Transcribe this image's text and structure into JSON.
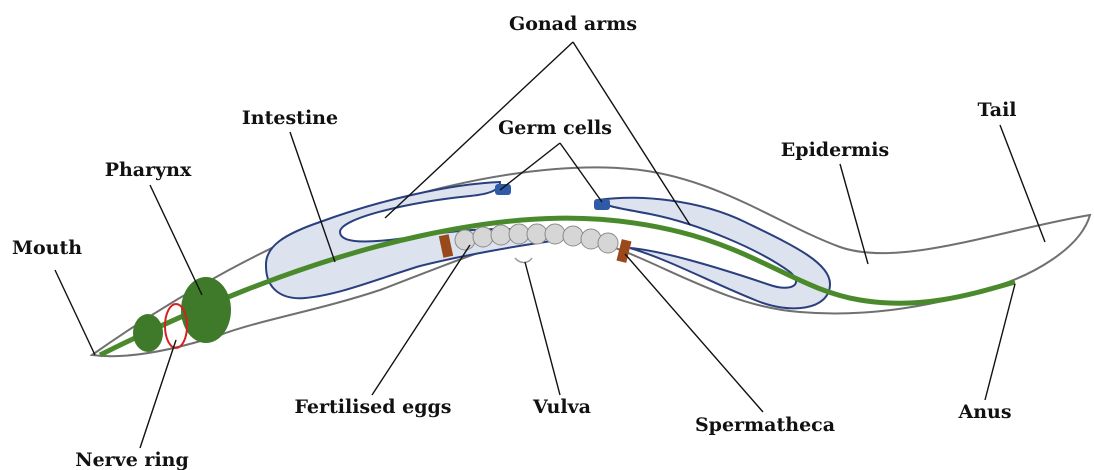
{
  "labels": {
    "gonad_arms": "Gonad arms",
    "intestine": "Intestine",
    "germ_cells": "Germ cells",
    "tail": "Tail",
    "pharynx": "Pharynx",
    "epidermis": "Epidermis",
    "mouth": "Mouth",
    "fertilised_eggs": "Fertilised eggs",
    "vulva": "Vulva",
    "spermatheca": "Spermatheca",
    "anus": "Anus",
    "nerve_ring": "Nerve ring"
  },
  "colors": {
    "body_outline": "#707070",
    "gonad_fill": "#dde3ee",
    "gonad_outline": "#2a3f7e",
    "intestine": "#4a8a2c",
    "pharynx": "#3f7a2a",
    "nerve_ring": "#d42020",
    "spermatheca": "#9a4a1a",
    "germ_cell": "#2e5aa8",
    "egg": "#d6d6d6"
  }
}
